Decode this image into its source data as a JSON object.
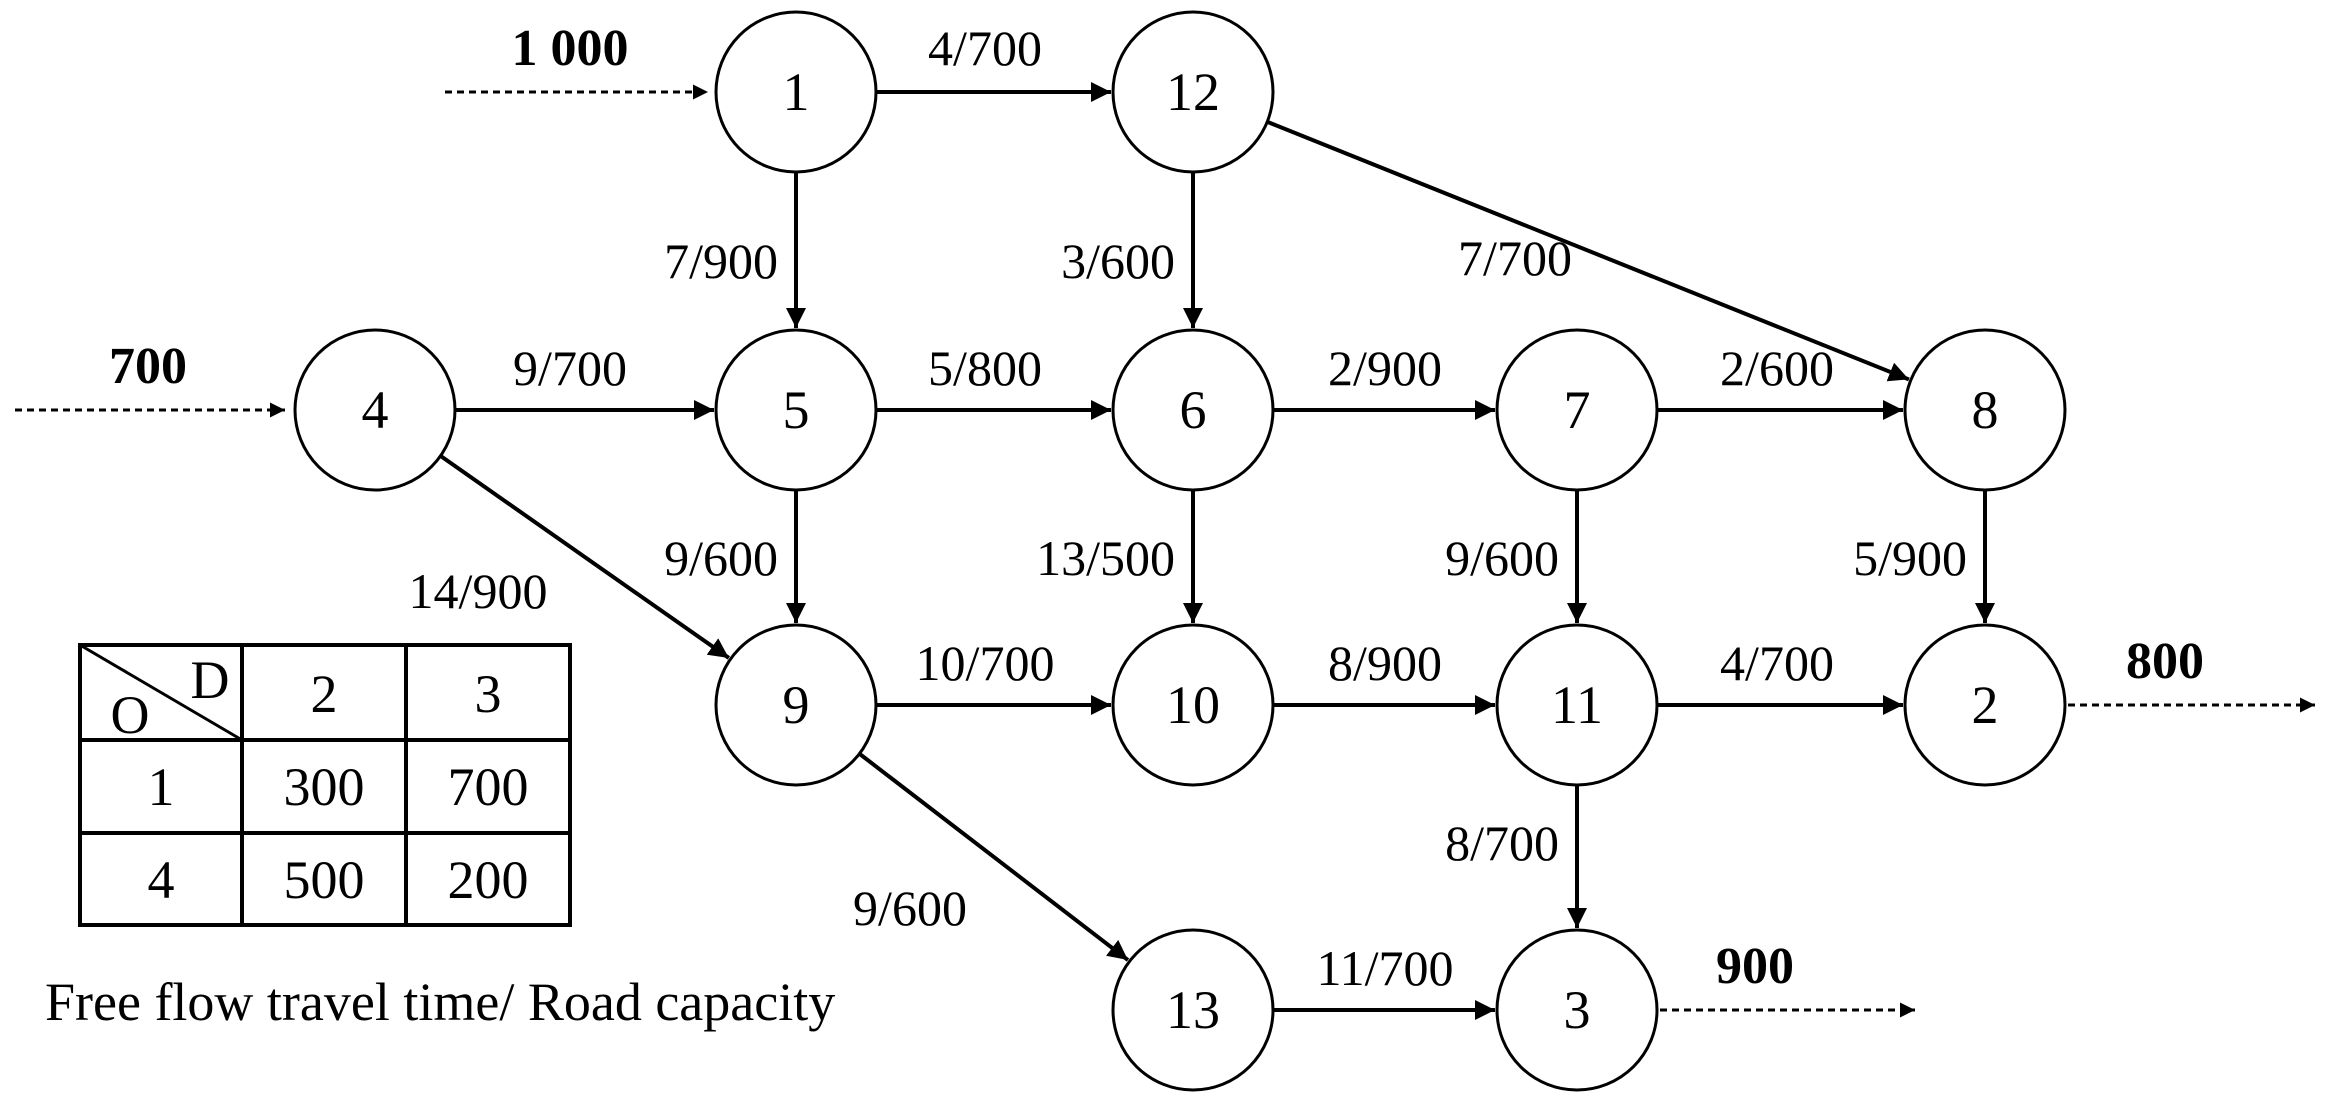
{
  "nodes": [
    {
      "id": "1",
      "label": "1"
    },
    {
      "id": "12",
      "label": "12"
    },
    {
      "id": "4",
      "label": "4"
    },
    {
      "id": "5",
      "label": "5"
    },
    {
      "id": "6",
      "label": "6"
    },
    {
      "id": "7",
      "label": "7"
    },
    {
      "id": "8",
      "label": "8"
    },
    {
      "id": "9",
      "label": "9"
    },
    {
      "id": "10",
      "label": "10"
    },
    {
      "id": "11",
      "label": "11"
    },
    {
      "id": "2",
      "label": "2"
    },
    {
      "id": "13",
      "label": "13"
    },
    {
      "id": "3",
      "label": "3"
    }
  ],
  "edges": [
    {
      "from": "1",
      "to": "12",
      "label": "4/700"
    },
    {
      "from": "1",
      "to": "5",
      "label": "7/900"
    },
    {
      "from": "12",
      "to": "6",
      "label": "3/600"
    },
    {
      "from": "12",
      "to": "8",
      "label": "7/700"
    },
    {
      "from": "4",
      "to": "5",
      "label": "9/700"
    },
    {
      "from": "4",
      "to": "9",
      "label": "14/900"
    },
    {
      "from": "5",
      "to": "6",
      "label": "5/800"
    },
    {
      "from": "5",
      "to": "9",
      "label": "9/600"
    },
    {
      "from": "6",
      "to": "7",
      "label": "2/900"
    },
    {
      "from": "6",
      "to": "10",
      "label": "13/500"
    },
    {
      "from": "7",
      "to": "8",
      "label": "2/600"
    },
    {
      "from": "7",
      "to": "11",
      "label": "9/600"
    },
    {
      "from": "8",
      "to": "2",
      "label": "5/900"
    },
    {
      "from": "9",
      "to": "10",
      "label": "10/700"
    },
    {
      "from": "9",
      "to": "13",
      "label": "9/600"
    },
    {
      "from": "10",
      "to": "11",
      "label": "8/900"
    },
    {
      "from": "11",
      "to": "2",
      "label": "4/700"
    },
    {
      "from": "11",
      "to": "3",
      "label": "8/700"
    },
    {
      "from": "13",
      "to": "3",
      "label": "11/700"
    }
  ],
  "flows": [
    {
      "node": "1",
      "direction": "in",
      "label": "1 000"
    },
    {
      "node": "4",
      "direction": "in",
      "label": "700"
    },
    {
      "node": "2",
      "direction": "out",
      "label": "800"
    },
    {
      "node": "3",
      "direction": "out",
      "label": "900"
    }
  ],
  "od_table": {
    "corner_d": "D",
    "corner_o": "O",
    "columns": [
      "2",
      "3"
    ],
    "rows": [
      {
        "origin": "1",
        "values": [
          "300",
          "700"
        ]
      },
      {
        "origin": "4",
        "values": [
          "500",
          "200"
        ]
      }
    ]
  },
  "legend": {
    "text": "Free flow travel time/ Road capacity"
  }
}
